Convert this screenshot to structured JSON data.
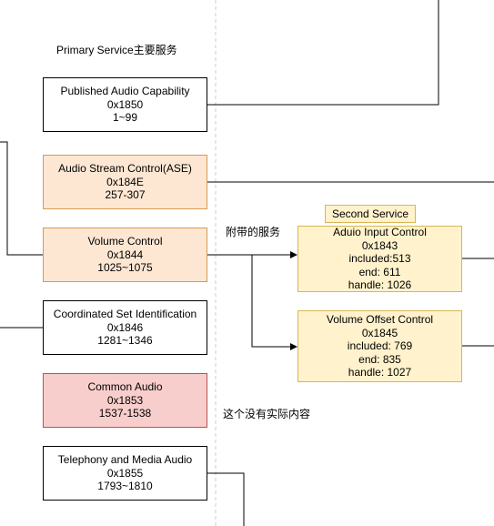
{
  "labels": {
    "primary_service": "Primary Service主要服务",
    "attached_service": "附带的服务",
    "no_content": "这个没有实际内容",
    "second_service": "Second Service"
  },
  "services": [
    {
      "name": "Published Audio Capability",
      "uuid": "0x1850",
      "range": "1~99"
    },
    {
      "name": "Audio Stream Control(ASE)",
      "uuid": "0x184E",
      "range": "257-307"
    },
    {
      "name": "Volume Control",
      "uuid": "0x1844",
      "range": "1025~1075"
    },
    {
      "name": "Coordinated Set Identification",
      "uuid": "0x1846",
      "range": "1281~1346"
    },
    {
      "name": "Common Audio",
      "uuid": "0x1853",
      "range": "1537-1538"
    },
    {
      "name": "Telephony and Media Audio",
      "uuid": "0x1855",
      "range": "1793~1810"
    }
  ],
  "secondary": [
    {
      "name": "Aduio Input Control",
      "uuid": "0x1843",
      "included": "included:513",
      "end": "end: 611",
      "handle": "handle: 1026"
    },
    {
      "name": "Volume Offset Control",
      "uuid": "0x1845",
      "included": "included: 769",
      "end": "end: 835",
      "handle": "handle: 1027"
    }
  ],
  "colors": {
    "default_fill": "#ffffff",
    "orange_fill": "#fde6d2",
    "yellow_fill": "#fff2cc",
    "red_fill": "#f8cecc",
    "line": "#000000",
    "divider": "#cccccc"
  }
}
